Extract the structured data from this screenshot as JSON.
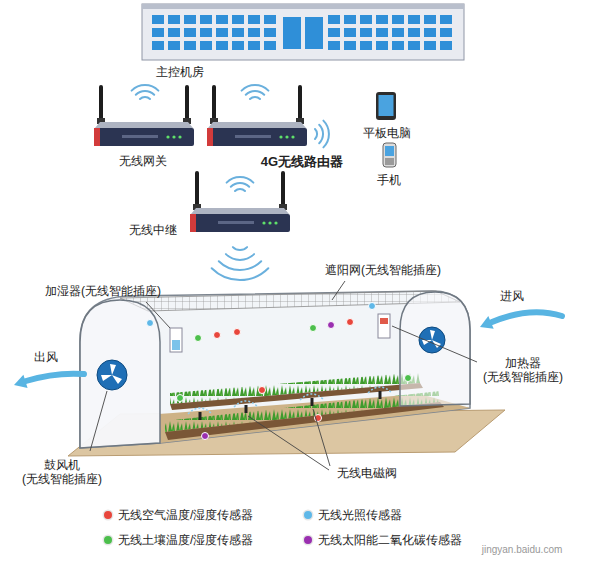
{
  "diagram": {
    "nodes": [
      {
        "text": [
          "主控机房"
        ]
      },
      {
        "text": [
          "无线网关"
        ]
      },
      {
        "text": [
          "4G无线路由器"
        ]
      },
      {
        "text": [
          "平板电脑"
        ]
      },
      {
        "text": [
          "手机"
        ]
      },
      {
        "text": [
          "无线中继"
        ]
      }
    ],
    "labels": [
      "遮阳网(无线智能插座)",
      "加湿器(无线智能插座)",
      "进风",
      "出风",
      "加热器 (无线智能插座)",
      "鼓风机 (无线智能插座)",
      "无线电磁阀",
      "jingyan.baidu.com"
    ],
    "legend": [
      {
        "text": "无线空气温度/湿度传感器",
        "color": "#e8463c"
      },
      {
        "text": "无线光照传感器",
        "color": "#5fb8e8"
      },
      {
        "text": "无线土壤温度/湿度传感器",
        "color": "#4cbf4c"
      },
      {
        "text": "无线太阳能二氧化碳传感器",
        "color": "#9a2fb0"
      }
    ]
  }
}
